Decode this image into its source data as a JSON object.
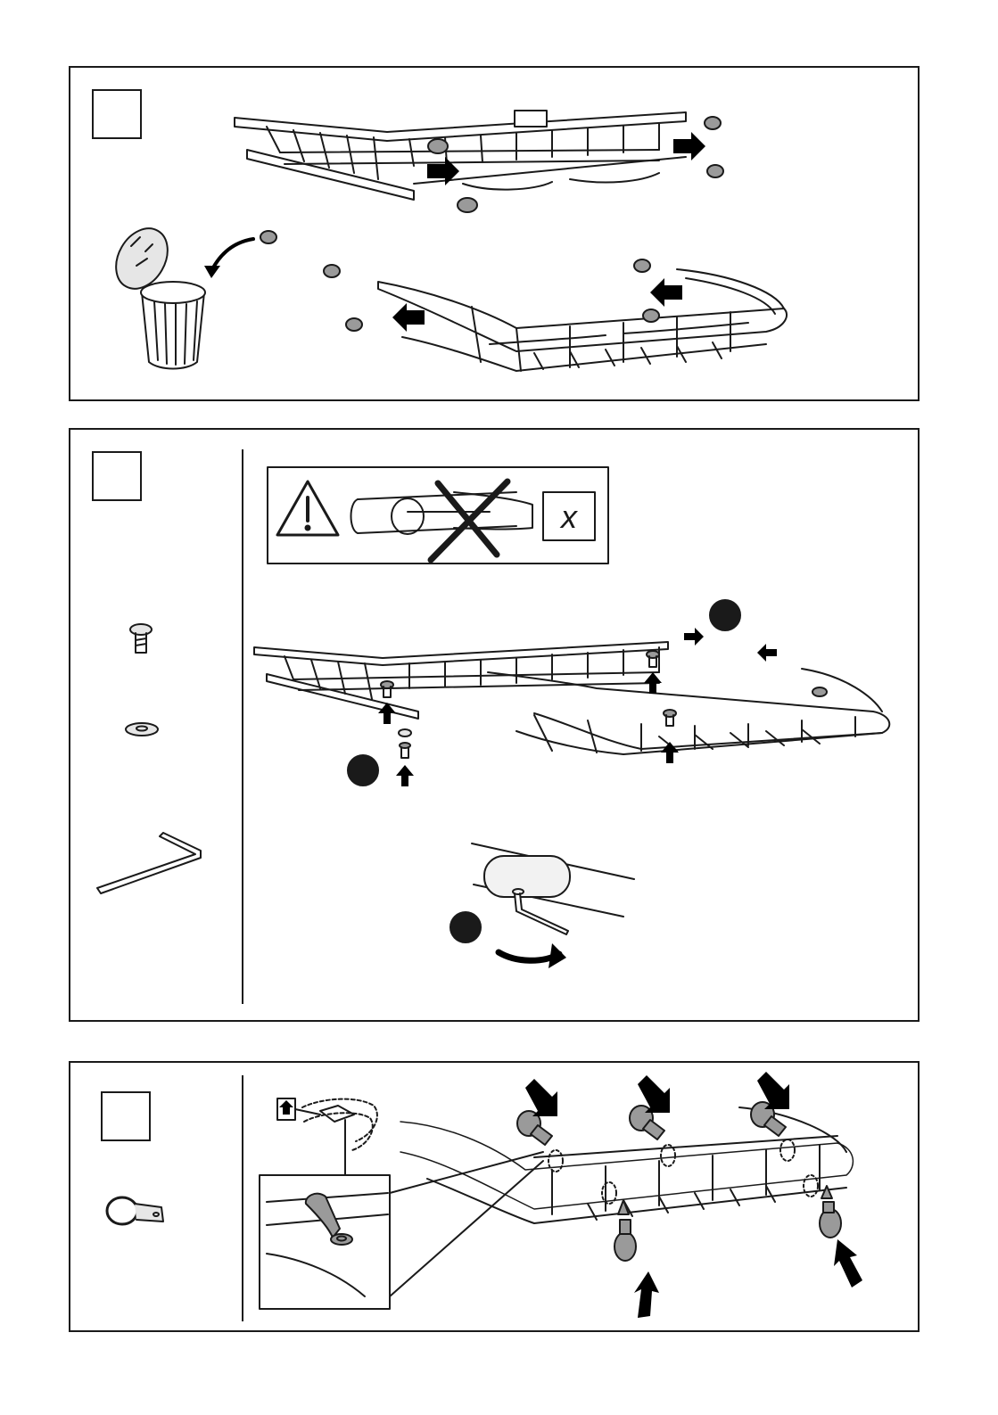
{
  "document": {
    "steps": [
      {
        "id": "step-1",
        "number": ""
      },
      {
        "id": "step-2",
        "number": ""
      },
      {
        "id": "step-3",
        "number": ""
      }
    ],
    "warning": {
      "crossed_box_glyph": "x"
    },
    "colors": {
      "line": "#1a1a1a",
      "fill_gray": "#9a9a9a",
      "fill_light": "#e6e6e6",
      "accent": "#000000"
    }
  }
}
